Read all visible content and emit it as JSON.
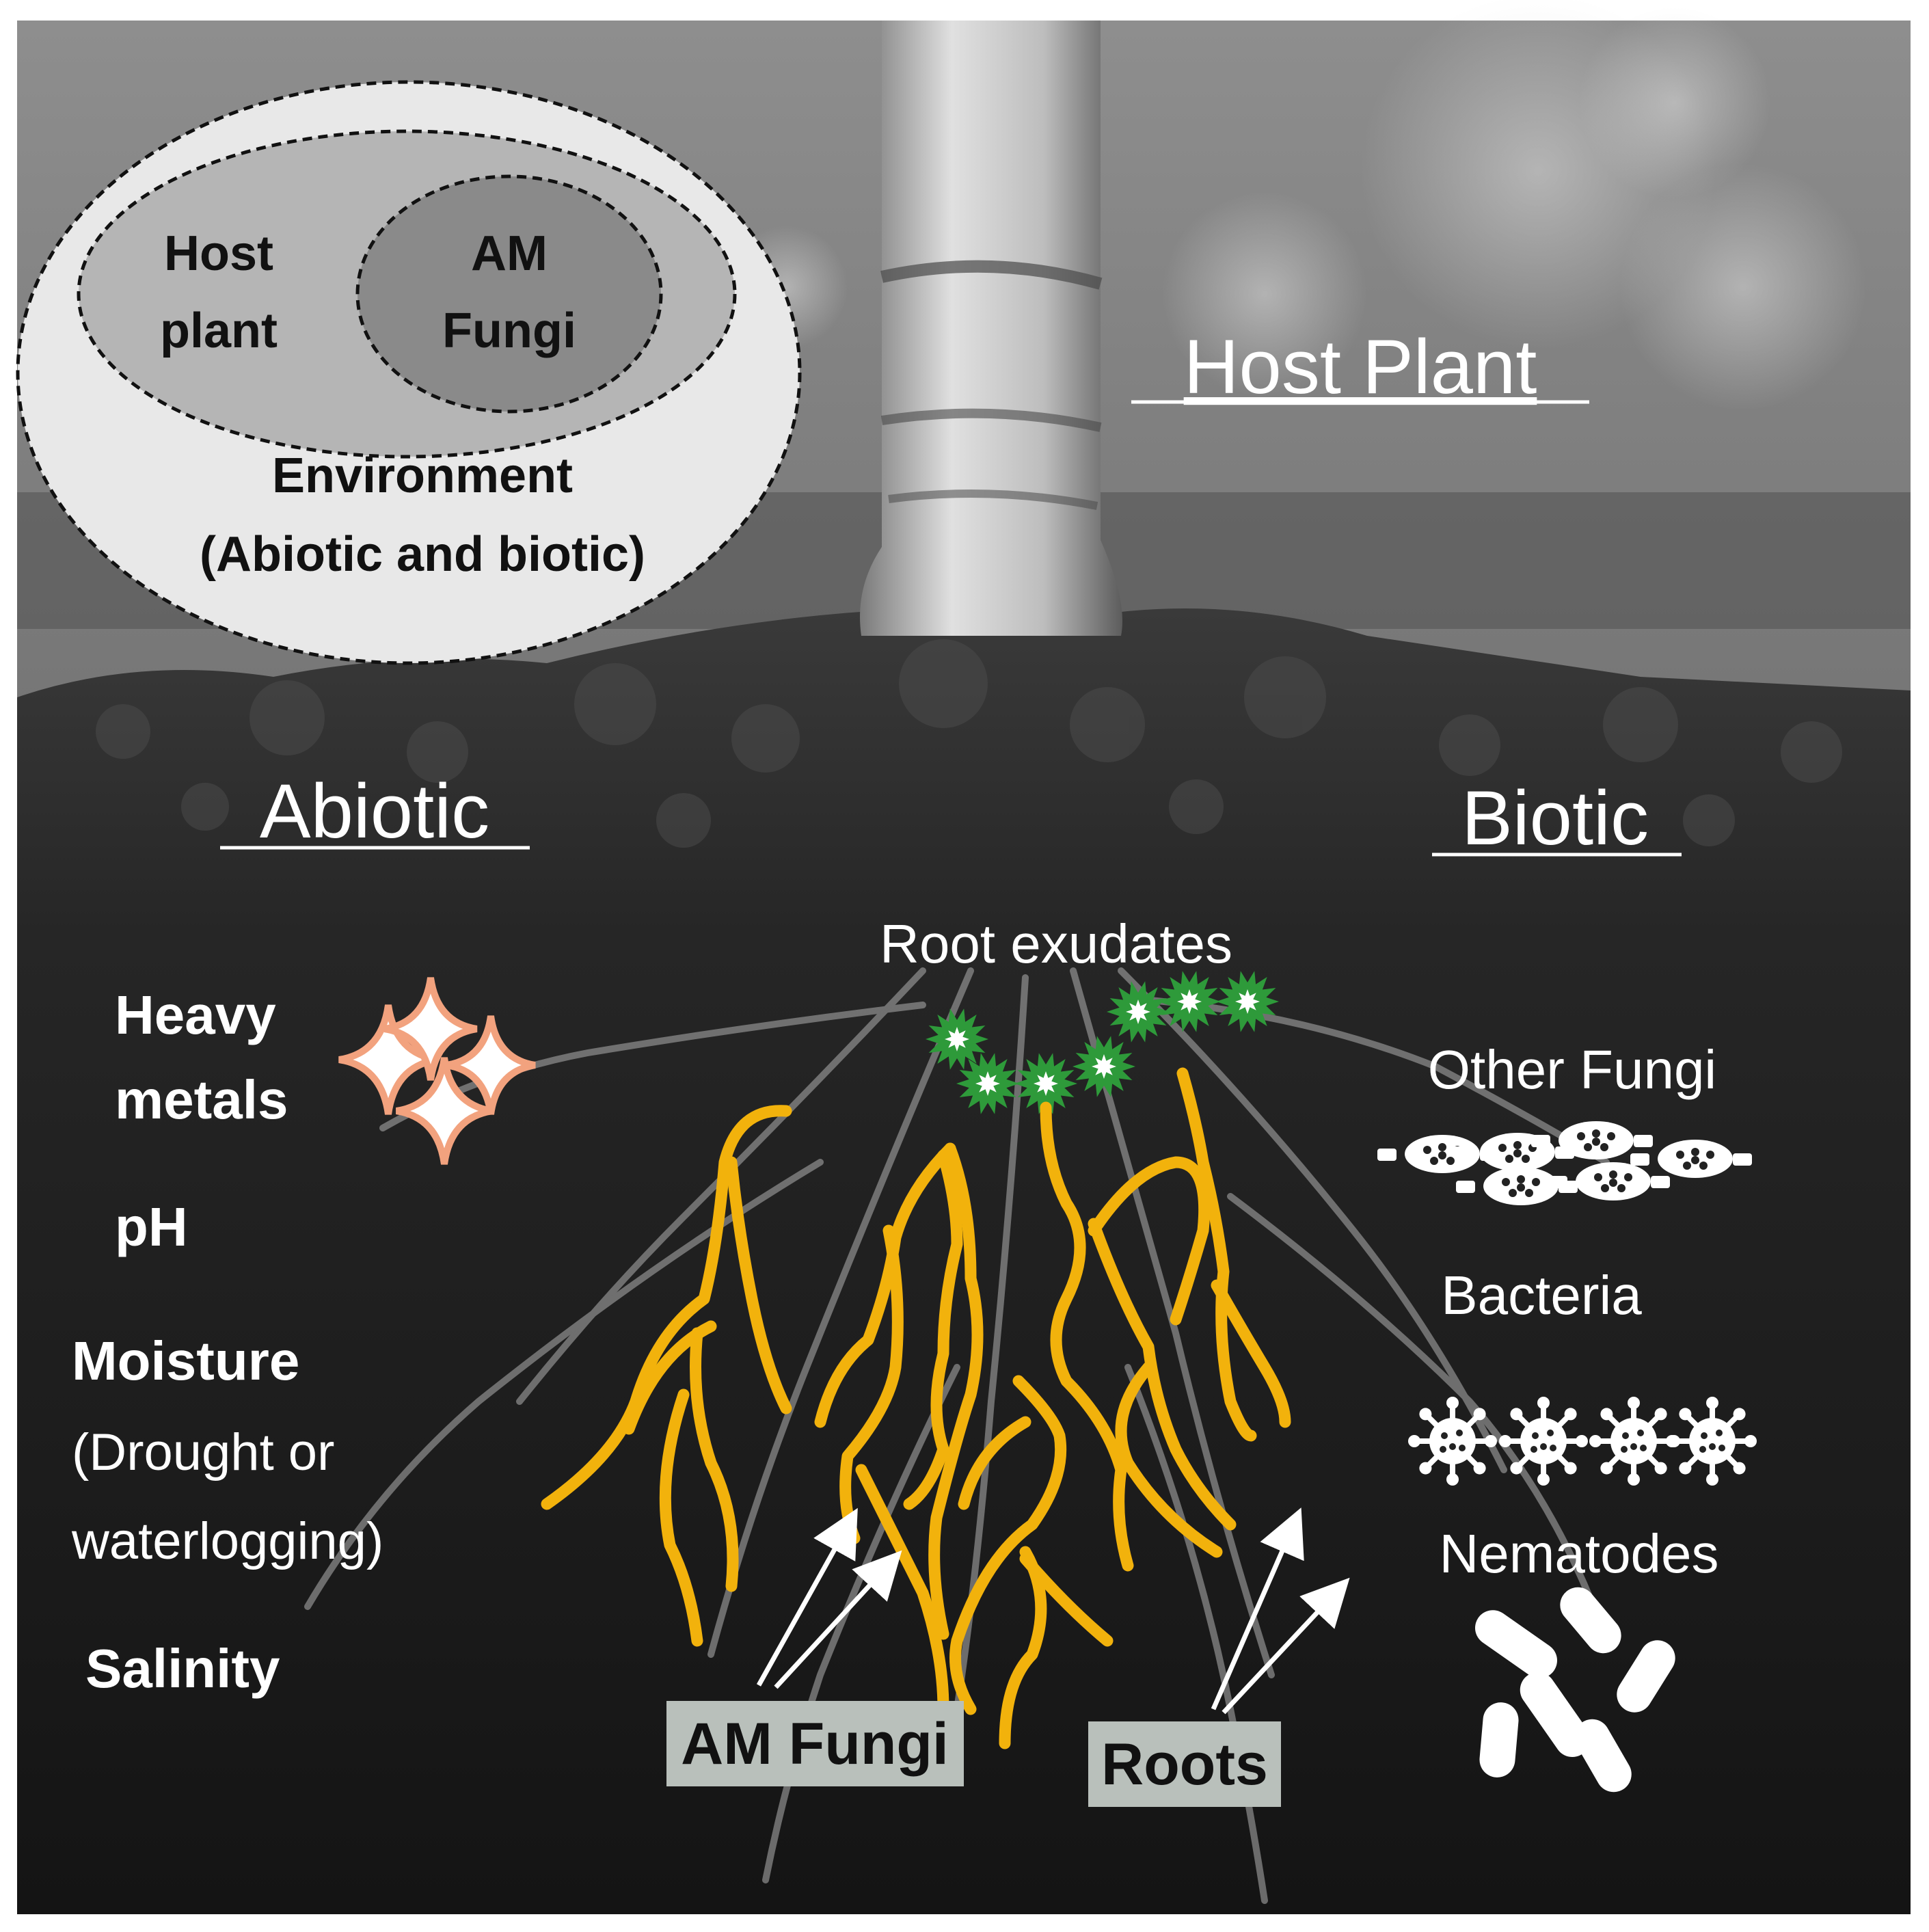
{
  "venn": {
    "host_line1": "Host",
    "host_line2": "plant",
    "amf_line1": "AM",
    "amf_line2": "Fungi",
    "env_line1": "Environment",
    "env_line2": "(Abiotic and biotic)"
  },
  "headings": {
    "host_plant": "Host Plant",
    "abiotic": "Abiotic",
    "biotic": "Biotic"
  },
  "root_exudates": "Root exudates",
  "abiotic_factors": {
    "heavy_1": "Heavy",
    "heavy_2": "metals",
    "ph": "pH",
    "moisture": "Moisture",
    "moisture_sub1": "(Drought or",
    "moisture_sub2": "waterlogging)",
    "salinity": "Salinity"
  },
  "biotic_factors": {
    "other_fungi": "Other Fungi",
    "bacteria": "Bacteria",
    "nematodes": "Nematodes"
  },
  "labels": {
    "am_fungi": "AM Fungi",
    "roots": "Roots"
  },
  "colors": {
    "fungal_hyphae": "#f2b20c",
    "exudate": "#2e9a3a",
    "sparkle": "#f2a27e",
    "label_box": "#b9c0bb"
  },
  "icons": [
    "sparkle-icon",
    "exudate-star-icon",
    "fungi-spore-icon",
    "virus-icon",
    "nematode-icon",
    "arrow-icon"
  ]
}
